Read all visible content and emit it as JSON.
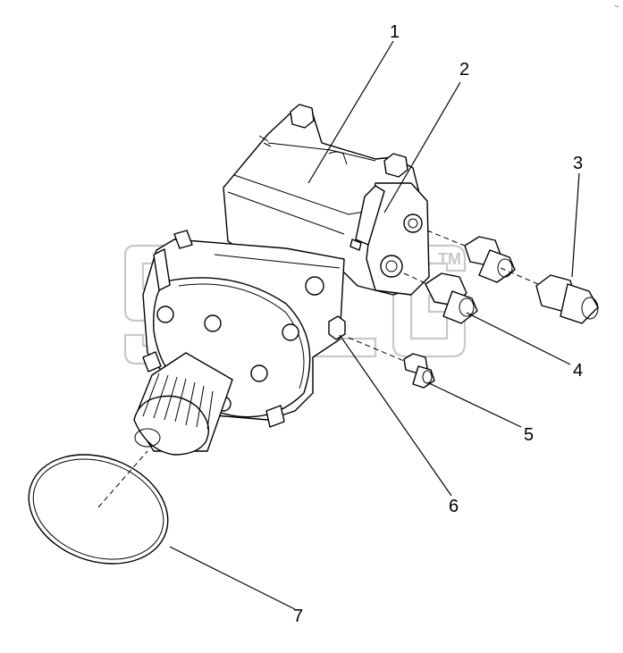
{
  "diagram": {
    "callouts": [
      {
        "id": "1",
        "label": "1"
      },
      {
        "id": "2",
        "label": "2"
      },
      {
        "id": "3",
        "label": "3"
      },
      {
        "id": "4",
        "label": "4"
      },
      {
        "id": "5",
        "label": "5"
      },
      {
        "id": "6",
        "label": "6"
      },
      {
        "id": "7",
        "label": "7"
      }
    ],
    "watermark": {
      "text": "SDLG",
      "mark": "TM"
    }
  }
}
